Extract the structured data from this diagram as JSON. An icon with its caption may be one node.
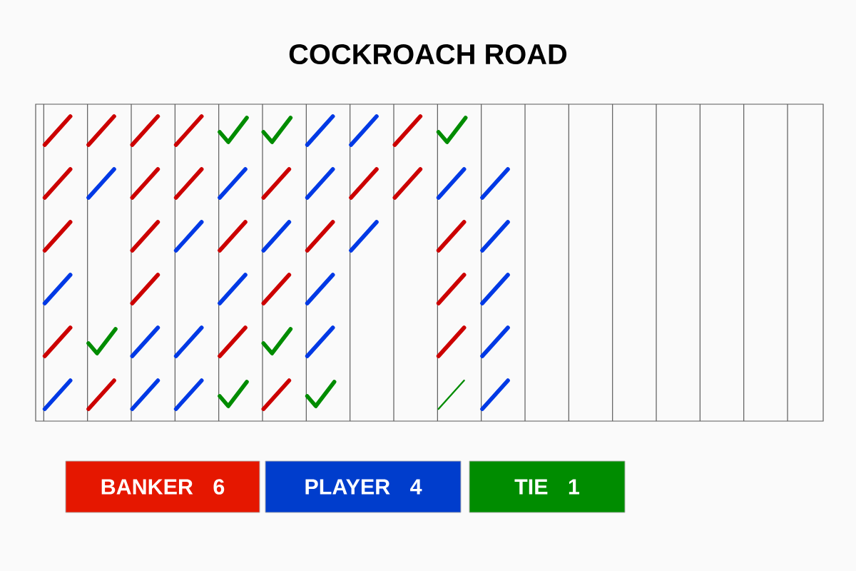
{
  "diagram": {
    "title": "COCKROACH ROAD",
    "nodes": [
      {
        "text": [
          "BANKER",
          "6"
        ]
      },
      {
        "text": [
          "PLAYER",
          "4"
        ]
      },
      {
        "text": [
          "TIE",
          "1"
        ]
      }
    ]
  }
}
